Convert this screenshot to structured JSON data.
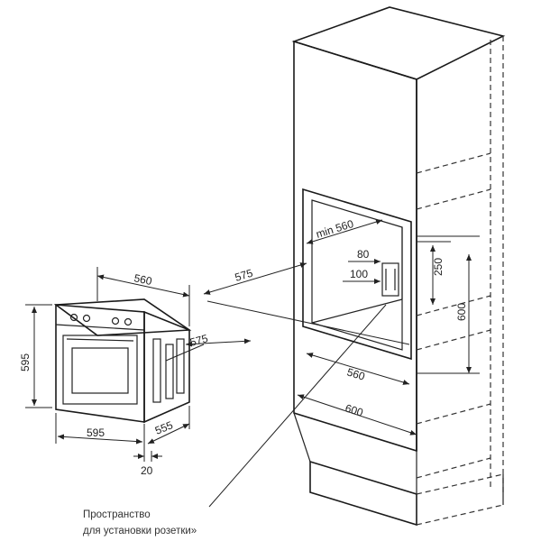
{
  "labels": {
    "oven_width_top": "560",
    "oven_depth_side": "575",
    "oven_height_left": "595",
    "oven_width_bottom": "595",
    "oven_depth_bottom": "555",
    "oven_offset": "20",
    "niche_min_width": "min 560",
    "niche_80": "80",
    "niche_100": "100",
    "niche_250": "250",
    "niche_600_vertical": "600",
    "niche_depth": "575",
    "niche_inner_width": "560",
    "cabinet_width": "600"
  },
  "note": {
    "line1": "Пространство",
    "line2": "для установки розетки»"
  }
}
